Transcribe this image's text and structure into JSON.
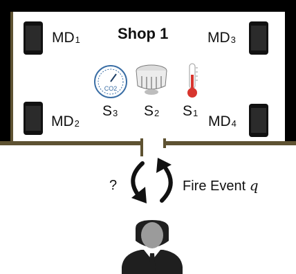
{
  "shop": {
    "title": "Shop 1"
  },
  "devices": [
    {
      "id": "MD",
      "sub": "1"
    },
    {
      "id": "MD",
      "sub": "2"
    },
    {
      "id": "MD",
      "sub": "3"
    },
    {
      "id": "MD",
      "sub": "4"
    }
  ],
  "sensors": [
    {
      "id": "S",
      "sub": "3",
      "icon": "co2-sensor-icon",
      "icon_text": "CO2"
    },
    {
      "id": "S",
      "sub": "2",
      "icon": "smoke-detector-icon"
    },
    {
      "id": "S",
      "sub": "1",
      "icon": "thermometer-icon"
    }
  ],
  "query": {
    "question_mark": "?",
    "event_label": "Fire Event",
    "event_var": "q"
  },
  "colors": {
    "wall": "#5e5232",
    "roof": "#000000",
    "thermo": "#d8352e",
    "co2": "#3a6ea5"
  }
}
